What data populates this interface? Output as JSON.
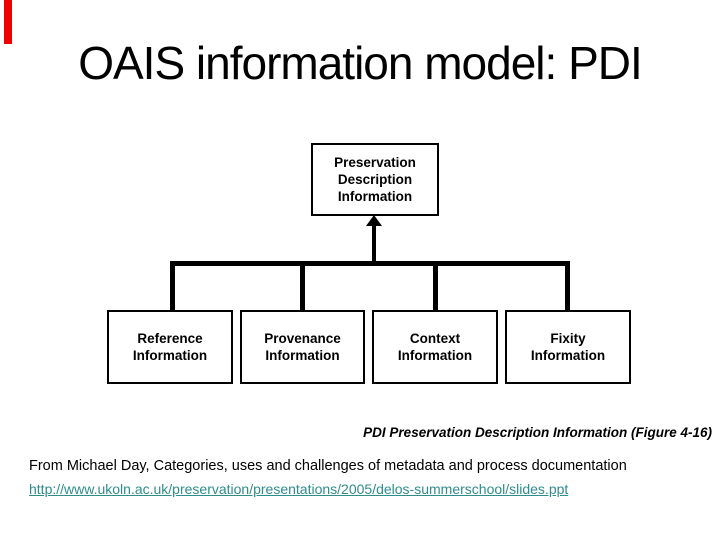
{
  "slide": {
    "title": "OAIS information model: PDI",
    "caption": "PDI Preservation Description Information (Figure 4-16)",
    "attribution": "From Michael Day, Categories, uses and challenges of metadata and process documentation",
    "link_text": "http://www.ukoln.ac.uk/preservation/presentations/2005/delos-summerschool/slides.ppt",
    "link_url": "http://www.ukoln.ac.uk/preservation/presentations/2005/delos-summerschool/slides.ppt"
  },
  "diagram": {
    "type": "tree",
    "root": {
      "lines": [
        "Preservation",
        "Description",
        "Information"
      ]
    },
    "children": [
      {
        "lines": [
          "Reference",
          "Information"
        ]
      },
      {
        "lines": [
          "Provenance",
          "Information"
        ]
      },
      {
        "lines": [
          "Context",
          "Information"
        ]
      },
      {
        "lines": [
          "Fixity",
          "Information"
        ]
      }
    ]
  },
  "colors": {
    "background": "#ffffff",
    "text": "#000000",
    "box_border": "#000000",
    "connector": "#000000",
    "link": "#2e8c8c",
    "corner_marker": "#ee0000"
  }
}
